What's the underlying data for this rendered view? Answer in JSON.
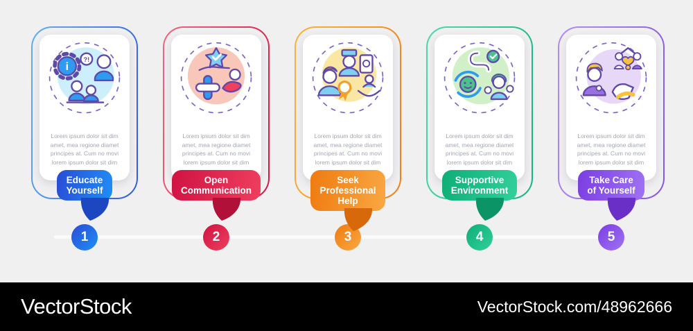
{
  "page": {
    "background_color": "#f0f0f1"
  },
  "infographic": {
    "steps": [
      {
        "number": "1",
        "label": "Educate\nYourself",
        "description": "Lorem ipsum dolor sit dim\namet, mea regione diamet\nprincipes at. Cum no movi\nlorem ipsum dolor sit dim",
        "icon": "educate-yourself-icon",
        "colors": {
          "border_from": "#63aef2",
          "border_to": "#2e5ce2",
          "ribbon_from": "#2a4cd5",
          "ribbon_to": "#1e8ef6",
          "tail": "#1d47c0",
          "tint": "#cdeffb"
        }
      },
      {
        "number": "2",
        "label": "Open\nCommunication",
        "description": "Lorem ipsum dolor sit dim\namet, mea regione diamet\nprincipes at. Cum no movi\nlorem ipsum dolor sit dim",
        "icon": "open-communication-icon",
        "colors": {
          "border_from": "#f2677f",
          "border_to": "#dc1443",
          "ribbon_from": "#cf1343",
          "ribbon_to": "#ee3f5e",
          "tail": "#b11038",
          "tint": "#f9c6ba"
        }
      },
      {
        "number": "3",
        "label": "Seek\nProfessional\nHelp",
        "description": "Lorem ipsum dolor sit dim\namet, mea regione diamet\nprincipes at. Cum no movi\nlorem ipsum dolor sit dim",
        "icon": "seek-professional-help-icon",
        "colors": {
          "border_from": "#f8b43e",
          "border_to": "#f47e14",
          "ribbon_from": "#ee7b10",
          "ribbon_to": "#f9a843",
          "tail": "#d8690a",
          "tint": "#fbe7a4"
        }
      },
      {
        "number": "4",
        "label": "Supportive\nEnvironment",
        "description": "Lorem ipsum dolor sit dim\namet, mea regione diamet\nprincipes at. Cum no movi\nlorem ipsum dolor sit dim",
        "icon": "supportive-environment-icon",
        "colors": {
          "border_from": "#52d8a8",
          "border_to": "#12b67d",
          "ribbon_from": "#0fae77",
          "ribbon_to": "#31d09c",
          "tail": "#0b9465",
          "tint": "#d2f0c8"
        }
      },
      {
        "number": "5",
        "label": "Take Care\nof Yourself",
        "description": "Lorem ipsum dolor sit dim\namet, mea regione diamet\nprincipes at. Cum no movi\nlorem ipsum dolor sit dim",
        "icon": "take-care-of-yourself-icon",
        "colors": {
          "border_from": "#b28ef2",
          "border_to": "#8355e8",
          "ribbon_from": "#7b3ee2",
          "ribbon_to": "#9f72f4",
          "tail": "#6a2fc6",
          "tint": "#e8d8f8"
        }
      }
    ]
  },
  "footer": {
    "background_color": "#000000",
    "logo_text": "VectorStock",
    "watermark_text": "VectorStock.com/48962666"
  }
}
